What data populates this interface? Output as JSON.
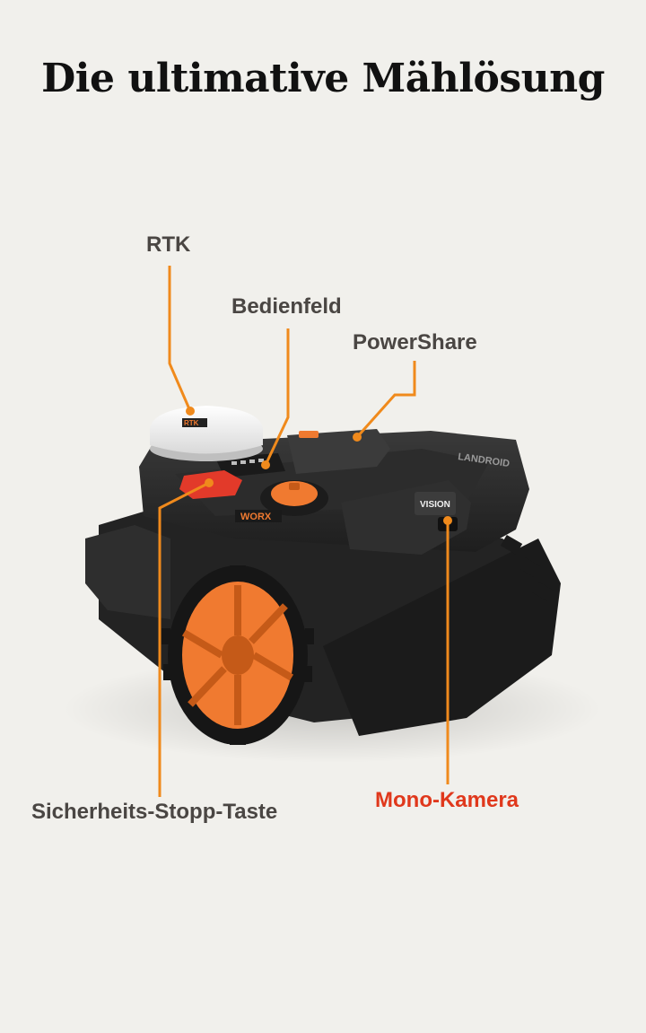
{
  "title": "Die ultimative Mählösung",
  "callouts": {
    "rtk": "RTK",
    "bedienfeld": "Bedienfeld",
    "powershare": "PowerShare",
    "safety_stop": "Sicherheits-Stopp-Taste",
    "mono_camera": "Mono-Kamera"
  },
  "product_marks": {
    "rtk_antenna": "RTK",
    "body_brand": "WORX",
    "side_brand": "LANDROID",
    "camera_badge": "VISION"
  },
  "colors": {
    "background": "#f1f0ec",
    "callout_line": "#f08a1c",
    "accent_label": "#e0381c",
    "label_text": "#4a4643",
    "mower_body": "#2a2a2a",
    "wheel": "#f07a30"
  }
}
